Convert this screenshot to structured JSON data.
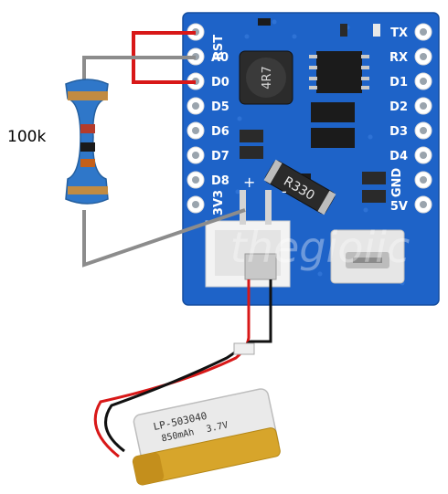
{
  "resistor": {
    "label": "100k"
  },
  "board": {
    "color": "#1e63c8",
    "left_pins": [
      "RST",
      "A0",
      "D0",
      "D5",
      "D6",
      "D7",
      "D8",
      "3V3"
    ],
    "right_pins": [
      "TX",
      "RX",
      "D1",
      "D2",
      "D3",
      "D4",
      "GND",
      "5V"
    ],
    "inductor_label": "4R7",
    "shunt_label": "R330",
    "watermark": "thegioiic"
  },
  "battery": {
    "label_line1": "LP-503040",
    "label_line2": "850mAh",
    "label_line3": "3.7V"
  },
  "wires": {
    "red": "#d81818",
    "black": "#111111",
    "gray": "#8c8c8c"
  }
}
